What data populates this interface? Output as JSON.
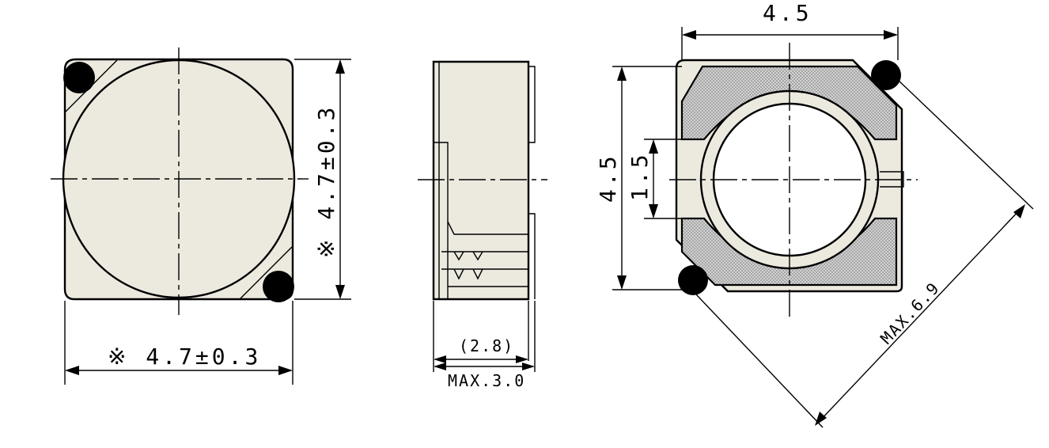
{
  "views": {
    "top": {
      "width_label": "※ 4.7±0.3",
      "height_label": "※ 4.7±0.3"
    },
    "side": {
      "inner_label": "(2.8)",
      "max_label": "MAX.3.0"
    },
    "bottom": {
      "width_label": "4.5",
      "height_label": "4.5",
      "gap_label": "1.5",
      "diagonal_label": "MAX.6.9"
    }
  },
  "colors": {
    "body": "#ece9df",
    "line": "#000000"
  }
}
